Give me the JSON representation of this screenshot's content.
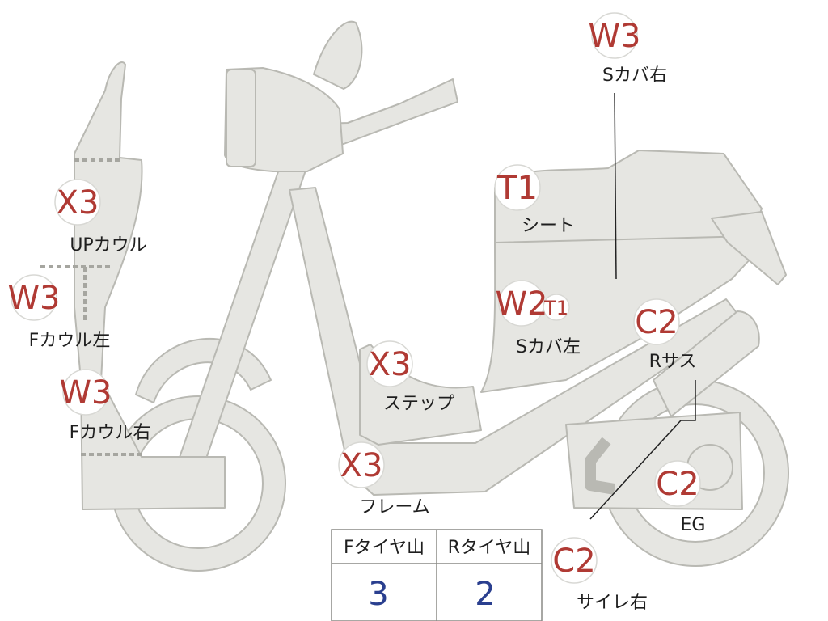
{
  "colors": {
    "body_fill": "#e6e6e2",
    "outline": "#b9b9b3",
    "badge_fill": "#ffffff",
    "code_text": "#b03a34",
    "label_text": "#1e1e1e",
    "value_text": "#2a3f8f"
  },
  "parts": [
    {
      "id": "s-cover-right",
      "code": "W3",
      "label": "Sカバ右"
    },
    {
      "id": "seat",
      "code": "T1",
      "label": "シート"
    },
    {
      "id": "up-cowl",
      "code": "X3",
      "label": "UPカウル"
    },
    {
      "id": "f-cowl-left",
      "code": "W3",
      "label": "Fカウル左"
    },
    {
      "id": "f-cowl-right",
      "code": "W3",
      "label": "Fカウル右"
    },
    {
      "id": "s-cover-left",
      "code": "W2",
      "code2": "T1",
      "label": "Sカバ左"
    },
    {
      "id": "r-suspension",
      "code": "C2",
      "label": "Rサス"
    },
    {
      "id": "step",
      "code": "X3",
      "label": "ステップ"
    },
    {
      "id": "frame",
      "code": "X3",
      "label": "フレーム"
    },
    {
      "id": "engine",
      "code": "C2",
      "label": "EG"
    },
    {
      "id": "silencer-right",
      "code": "C2",
      "label": "サイレ右"
    }
  ],
  "tire_table": {
    "headers": [
      "Fタイヤ山",
      "Rタイヤ山"
    ],
    "values": [
      "3",
      "2"
    ]
  }
}
